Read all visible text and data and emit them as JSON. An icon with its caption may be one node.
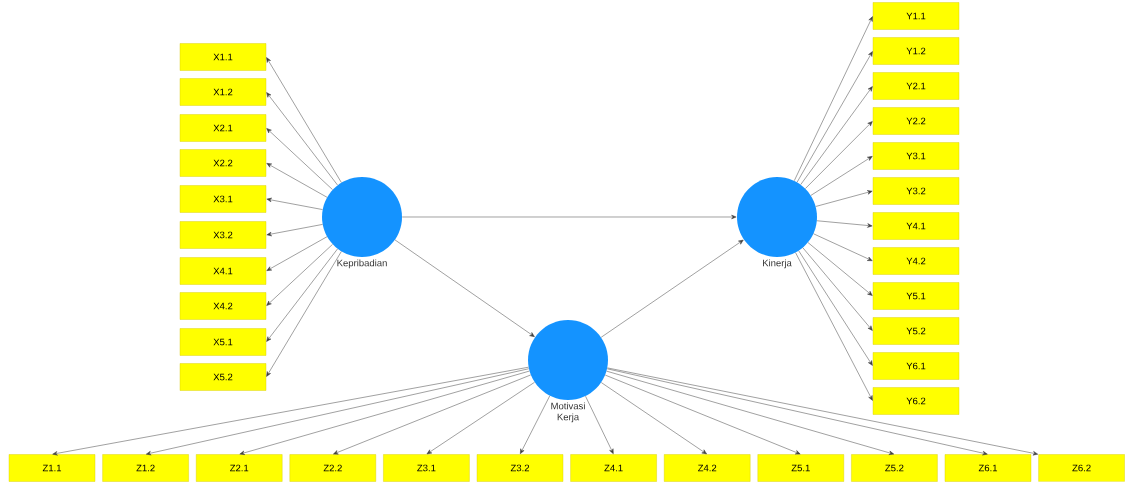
{
  "diagram": {
    "nodes": [
      {
        "text": [
          "X1.1"
        ]
      },
      {
        "text": [
          "X1.2"
        ]
      },
      {
        "text": [
          "X2.1"
        ]
      },
      {
        "text": [
          "X2.2"
        ]
      },
      {
        "text": [
          "X3.1"
        ]
      },
      {
        "text": [
          "X3.2"
        ]
      },
      {
        "text": [
          "X4.1"
        ]
      },
      {
        "text": [
          "X4.2"
        ]
      },
      {
        "text": [
          "X5.1"
        ]
      },
      {
        "text": [
          "X5.2"
        ]
      },
      {
        "text": [
          "Kepribadian"
        ]
      },
      {
        "text": [
          "Kinerja"
        ]
      },
      {
        "text": [
          "Motivasi Kerja"
        ]
      },
      {
        "text": [
          "Y1.1"
        ]
      },
      {
        "text": [
          "Y1.2"
        ]
      },
      {
        "text": [
          "Y2.1"
        ]
      },
      {
        "text": [
          "Y2.2"
        ]
      },
      {
        "text": [
          "Y3.1"
        ]
      },
      {
        "text": [
          "Y3.2"
        ]
      },
      {
        "text": [
          "Y4.1"
        ]
      },
      {
        "text": [
          "Y4.2"
        ]
      },
      {
        "text": [
          "Y5.1"
        ]
      },
      {
        "text": [
          "Y5.2"
        ]
      },
      {
        "text": [
          "Y6.1"
        ]
      },
      {
        "text": [
          "Y6.2"
        ]
      },
      {
        "text": [
          "Z1.1"
        ]
      },
      {
        "text": [
          "Z1.2"
        ]
      },
      {
        "text": [
          "Z2.1"
        ]
      },
      {
        "text": [
          "Z2.2"
        ]
      },
      {
        "text": [
          "Z3.1"
        ]
      },
      {
        "text": [
          "Z3.2"
        ]
      },
      {
        "text": [
          "Z4.1"
        ]
      },
      {
        "text": [
          "Z4.2"
        ]
      },
      {
        "text": [
          "Z5.1"
        ]
      },
      {
        "text": [
          "Z5.2"
        ]
      },
      {
        "text": [
          "Z6.1"
        ]
      },
      {
        "text": [
          "Z6.2"
        ]
      }
    ],
    "edges": [
      {
        "from": 10,
        "to": 11,
        "arrow": "to"
      },
      {
        "from": 10,
        "to": 12,
        "arrow": "to"
      },
      {
        "from": 12,
        "to": 11,
        "arrow": "to"
      },
      {
        "from": 10,
        "to": 0,
        "arrow": "to"
      },
      {
        "from": 10,
        "to": 1,
        "arrow": "to"
      },
      {
        "from": 10,
        "to": 2,
        "arrow": "to"
      },
      {
        "from": 10,
        "to": 3,
        "arrow": "to"
      },
      {
        "from": 10,
        "to": 4,
        "arrow": "to"
      },
      {
        "from": 10,
        "to": 5,
        "arrow": "to"
      },
      {
        "from": 10,
        "to": 6,
        "arrow": "to"
      },
      {
        "from": 10,
        "to": 7,
        "arrow": "to"
      },
      {
        "from": 10,
        "to": 8,
        "arrow": "to"
      },
      {
        "from": 10,
        "to": 9,
        "arrow": "to"
      },
      {
        "from": 11,
        "to": 13,
        "arrow": "to"
      },
      {
        "from": 11,
        "to": 14,
        "arrow": "to"
      },
      {
        "from": 11,
        "to": 15,
        "arrow": "to"
      },
      {
        "from": 11,
        "to": 16,
        "arrow": "to"
      },
      {
        "from": 11,
        "to": 17,
        "arrow": "to"
      },
      {
        "from": 11,
        "to": 18,
        "arrow": "to"
      },
      {
        "from": 11,
        "to": 19,
        "arrow": "to"
      },
      {
        "from": 11,
        "to": 20,
        "arrow": "to"
      },
      {
        "from": 11,
        "to": 21,
        "arrow": "to"
      },
      {
        "from": 11,
        "to": 22,
        "arrow": "to"
      },
      {
        "from": 11,
        "to": 23,
        "arrow": "to"
      },
      {
        "from": 11,
        "to": 24,
        "arrow": "to"
      },
      {
        "from": 12,
        "to": 25,
        "arrow": "to"
      },
      {
        "from": 12,
        "to": 26,
        "arrow": "to"
      },
      {
        "from": 12,
        "to": 27,
        "arrow": "to"
      },
      {
        "from": 12,
        "to": 28,
        "arrow": "to"
      },
      {
        "from": 12,
        "to": 29,
        "arrow": "to"
      },
      {
        "from": 12,
        "to": 30,
        "arrow": "to"
      },
      {
        "from": 12,
        "to": 31,
        "arrow": "to"
      },
      {
        "from": 12,
        "to": 32,
        "arrow": "to"
      },
      {
        "from": 12,
        "to": 33,
        "arrow": "to"
      },
      {
        "from": 12,
        "to": 34,
        "arrow": "to"
      },
      {
        "from": 12,
        "to": 35,
        "arrow": "to"
      },
      {
        "from": 12,
        "to": 36,
        "arrow": "to"
      }
    ]
  }
}
